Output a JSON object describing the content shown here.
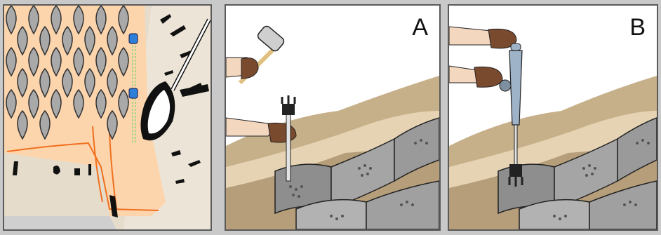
{
  "panels": [
    {
      "id": "trench-cross-section",
      "label": ""
    },
    {
      "id": "method-a",
      "label": "A"
    },
    {
      "id": "method-b",
      "label": "B"
    }
  ],
  "colors": {
    "background": "#c9c9c9",
    "sand": "#fdd5ad",
    "soil": "#c6b08a",
    "soil_light": "#e6dccb",
    "cell_gray": "#a9a9a9",
    "cell_dark": "#6f6f6f",
    "steel": "#9fb3c8",
    "glove": "#7a4a2e",
    "skin": "#f3d7bf",
    "pin_blue": "#2f7fd8",
    "orange_line": "#f07020"
  },
  "icons": {
    "shovel": "shovel-icon",
    "hammer": "hammer-icon",
    "driver": "post-driver-icon",
    "stake": "stake-icon"
  }
}
